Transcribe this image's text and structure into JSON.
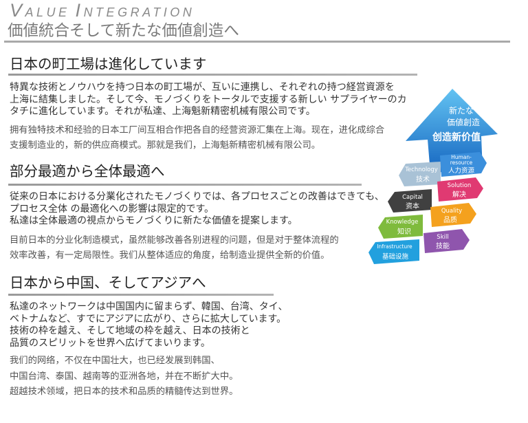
{
  "header": {
    "title_word1": "VALUE",
    "title_word2": "INTEGRATION",
    "subtitle": "価値統合そして新たな価値創造へ"
  },
  "colors": {
    "rule": "#a9a9a9",
    "heading_text": "#222222",
    "body_text": "#333333"
  },
  "sections": [
    {
      "heading": "日本の町工場は進化しています",
      "ja_lines": [
        "特異な技術とノウハウを持つ日本の町工場が、互いに連携し、それぞれの持つ経営資源を",
        "上海に結集しました。そして今、モノづくりをトータルで支援する新しい サプライヤーのカ",
        "タチに進化しています。それが私達、上海魁新精密机械有限公司です。"
      ],
      "zh_lines": [
        "拥有独特技术和经验的日本工厂间互相合作把各自的经营资源汇集在上海。现在，进化成综合",
        "支援制造业的，新的供应商模式。那就是我们，上海魁新精密机械有限公司。"
      ]
    },
    {
      "heading": "部分最適から全体最適へ",
      "ja_lines": [
        "従来の日本における分業化されたモノづくりでは、各プロセスごとの改善はできても、",
        "プロセス全体 の最適化への影響は限定的です。",
        "私達は全体最適の視点からモノづくりに新たな価値を提案します。"
      ],
      "zh_lines": [
        "目前日本的分业化制造模式，虽然能够改善各别进程的问题，但是对于整体流程的",
        "效率改善，有一定局限性。我们从整体适应的角度，给制造业提供全新的价值。"
      ]
    },
    {
      "heading": "日本から中国、そしてアジアへ",
      "ja_lines": [
        "私達のネットワークは中国国内に留まらず、韓国、台湾、タイ、",
        "ベトナムなど、すでにアジアに広がり、さらに拡大しています。",
        "技術の枠を越え、そして地域の枠を越え、日本の技術と",
        "品質のスピリットを世界へ広げてまいります。"
      ],
      "zh_lines": [
        "我们的网络，不仅在中国壮大，也已经发展到韩国、",
        "中国台湾、泰国、越南等的亚洲各地，并在不断扩大中。",
        "超越技术领域，把日本的技术和品质的精髓传达到世界。"
      ]
    }
  ],
  "graphic": {
    "arrow": {
      "line1": "新たな",
      "line2": "価値創造",
      "line3": "创造新价值",
      "color_top": "#63c3f2",
      "color_bottom": "#1565c0"
    },
    "tiles": [
      {
        "en": "Technology",
        "zh": "技术",
        "color": "#a9c2d6"
      },
      {
        "en_lines": [
          "Human-",
          "resource"
        ],
        "zh": "人力资源",
        "color": "#3b8fdc"
      },
      {
        "en": "Solution",
        "zh": "解决",
        "color": "#e03a72"
      },
      {
        "en": "Capital",
        "zh": "资本",
        "color": "#404040"
      },
      {
        "en": "Quality",
        "zh": "品质",
        "color": "#f4a11e"
      },
      {
        "en": "Knowledge",
        "zh": "知识",
        "color": "#7fbb3d"
      },
      {
        "en": "Skill",
        "zh": "技能",
        "color": "#8f55ad"
      },
      {
        "en": "Infrastructure",
        "zh": "基础设施",
        "color": "#22a0de"
      }
    ]
  }
}
